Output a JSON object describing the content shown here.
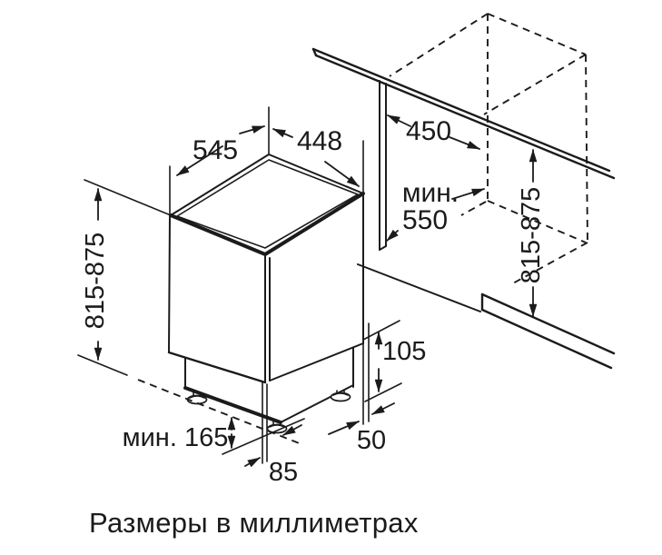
{
  "colors": {
    "line": "#1b1b1b",
    "background": "#ffffff"
  },
  "caption": "Размеры в миллиметрах",
  "dimensions": {
    "appliance_depth": "545",
    "appliance_width": "448",
    "niche_width": "450",
    "niche_depth_prefix": "мин.",
    "niche_depth_value": "550",
    "height_left": "815-875",
    "height_right": "815-875",
    "base_height": "105",
    "base_recess": "50",
    "foot_offset": "85",
    "toe_kick_min": "мин. 165"
  }
}
